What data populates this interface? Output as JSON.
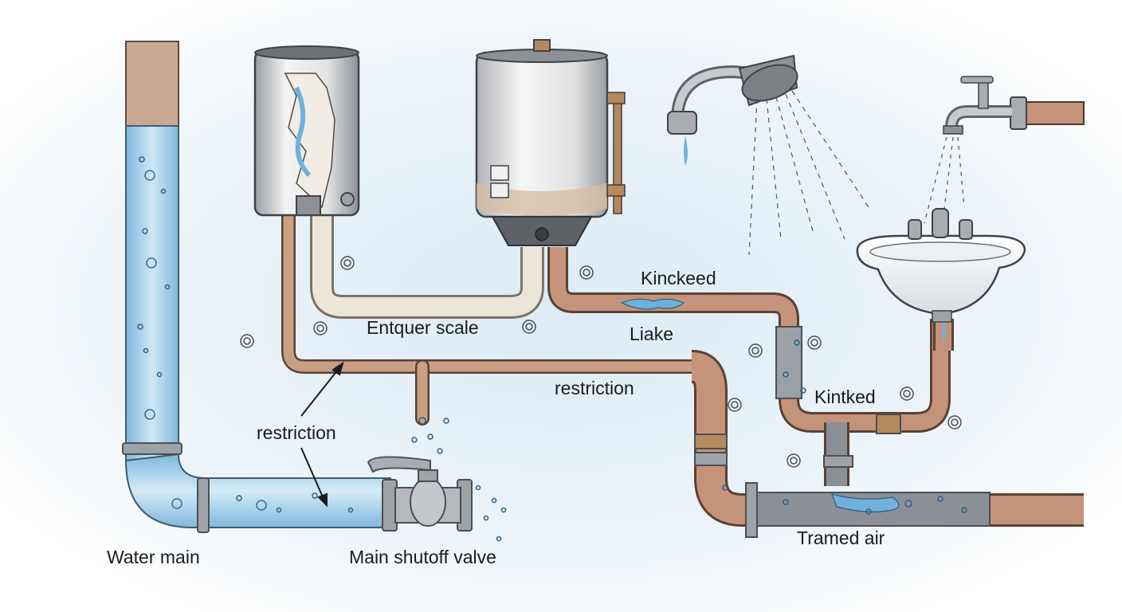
{
  "labels": {
    "water_main": "Water main",
    "main_shutoff_valve": "Main shutoff valve",
    "restriction_arrow": "restriction",
    "restriction_pipe": "restriction",
    "scale": "Entquer scale",
    "kinked_top": "Kinckeed",
    "leak": "Liake",
    "kinked_bottom": "Kintked",
    "trapped_air": "Tramed air"
  },
  "colors": {
    "water": "#a9d4ec",
    "copper": "#b98a6e",
    "steel": "#a9adb2",
    "scale": "#ece6d9",
    "background_wash": "#e6f1f8"
  }
}
